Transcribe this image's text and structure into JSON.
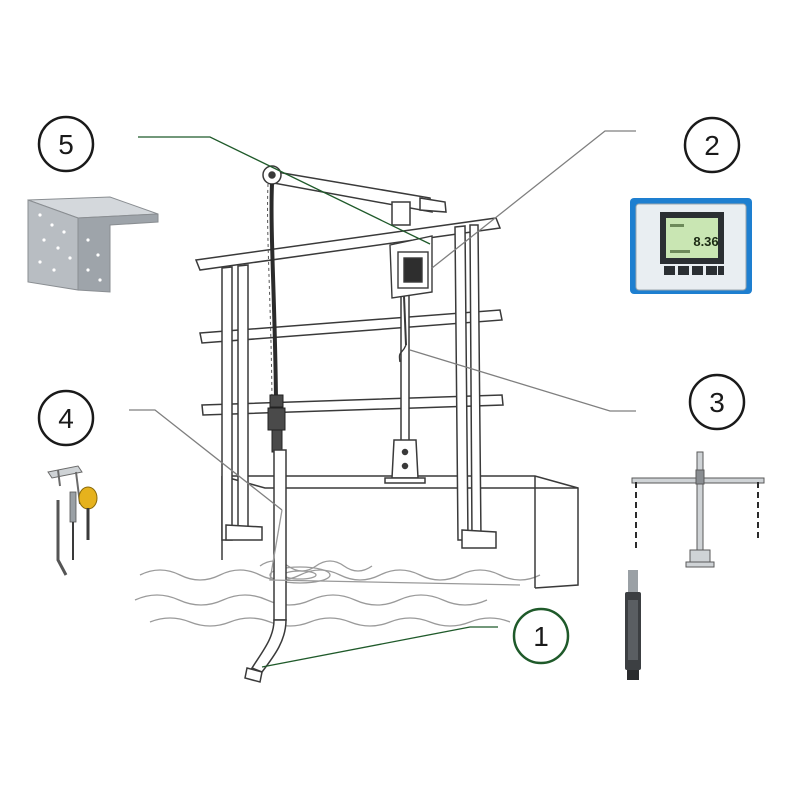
{
  "callouts": [
    {
      "id": "1",
      "label": "1"
    },
    {
      "id": "2",
      "label": "2"
    },
    {
      "id": "3",
      "label": "3"
    },
    {
      "id": "4",
      "label": "4"
    },
    {
      "id": "5",
      "label": "5"
    }
  ],
  "transmitter": {
    "display_value": "8.36"
  },
  "colors": {
    "callout_ring": "#1f5a2a",
    "leader_green": "#1f5a2a",
    "leader_gray": "#7f7f7f",
    "line_art": "#3a3a3a",
    "transmitter_blue": "#1e7fd0",
    "display_green": "#c9e6b3"
  },
  "icons": [
    "weather-shield-icon",
    "transmitter-icon",
    "chain-holder-icon",
    "sensor-probe-icon",
    "immersion-assembly-icon"
  ]
}
